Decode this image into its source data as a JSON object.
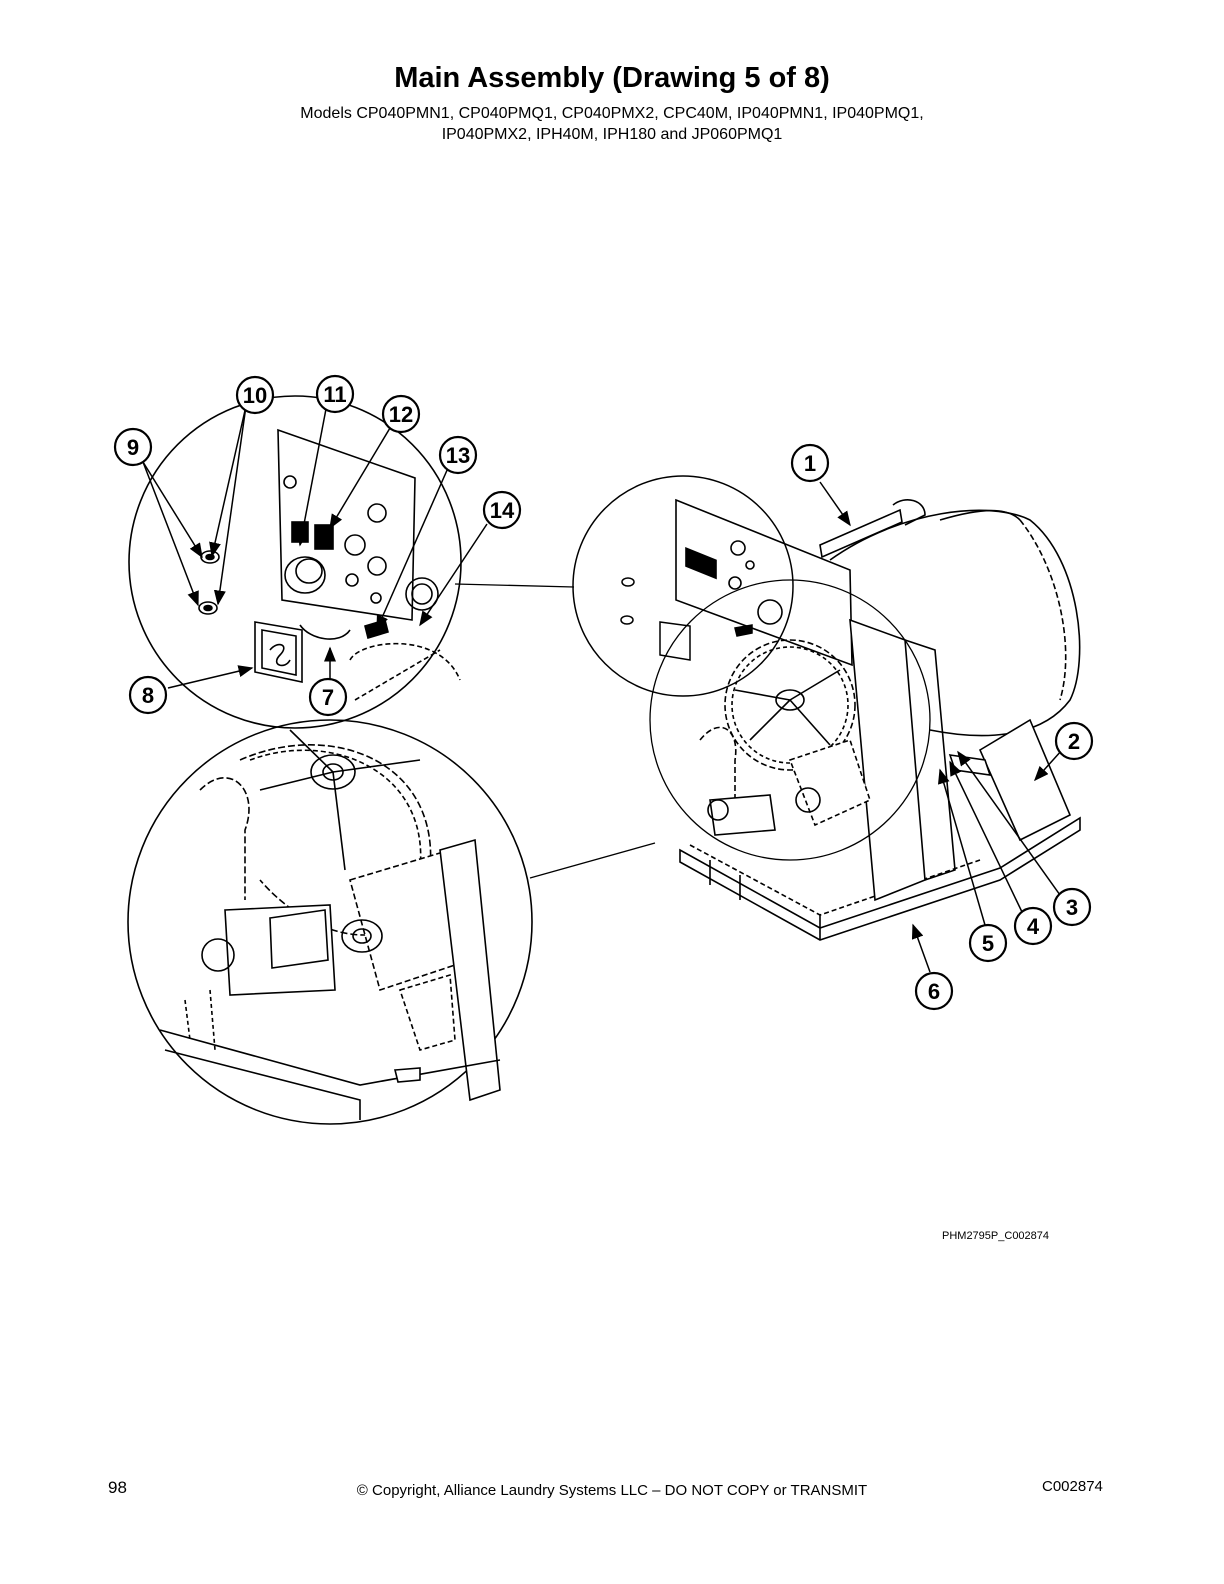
{
  "header": {
    "title": "Main Assembly (Drawing 5 of 8)",
    "models_line1": "Models CP040PMN1, CP040PMQ1, CP040PMX2, CPC40M, IP040PMN1, IP040PMQ1,",
    "models_line2": "IP040PMX2, IPH40M, IPH180 and JP060PMQ1"
  },
  "callouts": [
    "1",
    "2",
    "3",
    "4",
    "5",
    "6",
    "7",
    "8",
    "9",
    "10",
    "11",
    "12",
    "13",
    "14"
  ],
  "drawing_id": "PHM2795P_C002874",
  "footer": {
    "page_number": "98",
    "copyright": "© Copyright, Alliance Laundry Systems LLC – DO NOT COPY or TRANSMIT",
    "doc_code": "C002874"
  }
}
